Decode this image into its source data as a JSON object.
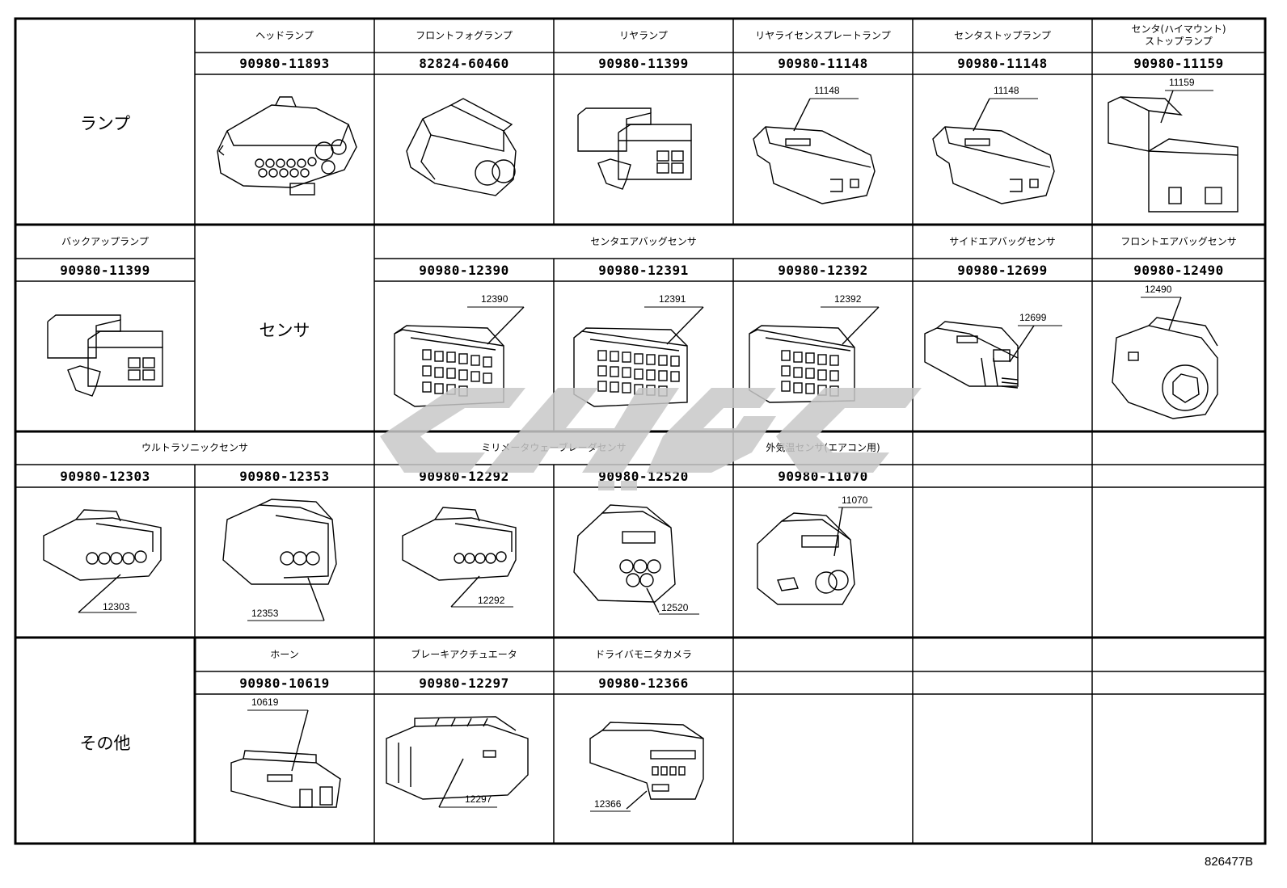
{
  "categories": {
    "lamp": "ランプ",
    "sensor": "センサ",
    "other": "その他"
  },
  "lamp_row": [
    {
      "label": "ヘッドランプ",
      "part": "90980-11893",
      "callout": ""
    },
    {
      "label": "フロントフォグランプ",
      "part": "82824-60460",
      "callout": ""
    },
    {
      "label": "リヤランプ",
      "part": "90980-11399",
      "callout": ""
    },
    {
      "label": "リヤライセンスプレートランプ",
      "part": "90980-11148",
      "callout": "11148"
    },
    {
      "label": "センタストップランプ",
      "part": "90980-11148",
      "callout": "11148"
    },
    {
      "label": "センタ(ハイマウント)\nストップランプ",
      "part": "90980-11159",
      "callout": "11159"
    }
  ],
  "backup_lamp": {
    "label": "バックアップランプ",
    "part": "90980-11399"
  },
  "sensor_row": {
    "center_group_label": "センタエアバッグセンサ",
    "items": [
      {
        "part": "90980-12390",
        "callout": "12390"
      },
      {
        "part": "90980-12391",
        "callout": "12391"
      },
      {
        "part": "90980-12392",
        "callout": "12392"
      },
      {
        "label": "サイドエアバッグセンサ",
        "part": "90980-12699",
        "callout": "12699"
      },
      {
        "label": "フロントエアバッグセンサ",
        "part": "90980-12490",
        "callout": "12490"
      }
    ]
  },
  "sensor_row2": {
    "ultrasonic_label": "ウルトラソニックセンサ",
    "mmwave_label": "ミリメータウェーブレーダセンサ",
    "ambient_label": "外気温センサ(エアコン用)",
    "items": [
      {
        "part": "90980-12303",
        "callout": "12303"
      },
      {
        "part": "90980-12353",
        "callout": "12353"
      },
      {
        "part": "90980-12292",
        "callout": "12292"
      },
      {
        "part": "90980-12520",
        "callout": "12520"
      },
      {
        "part": "90980-11070",
        "callout": "11070"
      }
    ]
  },
  "other_row": [
    {
      "label": "ホーン",
      "part": "90980-10619",
      "callout": "10619"
    },
    {
      "label": "ブレーキアクチュエータ",
      "part": "90980-12297",
      "callout": "12297"
    },
    {
      "label": "ドライバモニタカメラ",
      "part": "90980-12366",
      "callout": "12366"
    }
  ],
  "figure_code": "826477B",
  "colors": {
    "line": "#000000",
    "watermark": "#c8c8c8"
  }
}
